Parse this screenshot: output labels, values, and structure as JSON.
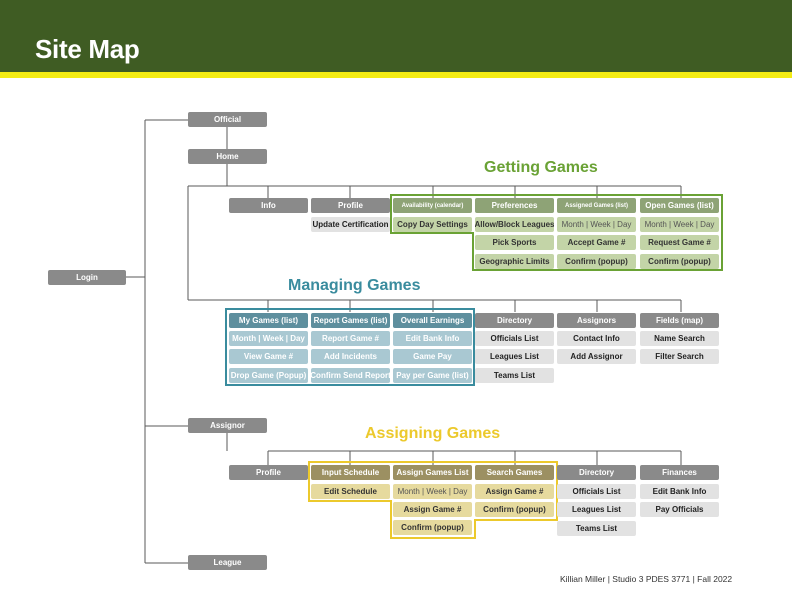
{
  "title": "Site Map",
  "credit": "Killian Miller | Studio 3 PDES 3771 | Fall 2022",
  "colors": {
    "header_bg": "#3f5c23",
    "header_stripe": "#f4ec14",
    "getting_games": "#6aa235",
    "managing_games": "#3a8c9e",
    "assigning_games": "#ecc92c"
  },
  "sections": {
    "getting_games": "Getting Games",
    "managing_games": "Managing Games",
    "assigning_games": "Assigning Games"
  },
  "root": {
    "login": "Login"
  },
  "users": {
    "official": "Official",
    "assignor": "Assignor",
    "league": "League"
  },
  "official": {
    "home": "Home",
    "info": "Info",
    "profile": "Profile",
    "update_certification": "Update Certification",
    "availability": {
      "title": "Availability (calendar)",
      "items": [
        "Copy Day Settings"
      ]
    },
    "preferences": {
      "title": "Preferences",
      "items": [
        "Allow/Block Leagues",
        "Pick Sports",
        "Geographic Limits"
      ]
    },
    "assigned_games": {
      "title": "Assigned Games (list)",
      "items": [
        "Month | Week | Day",
        "Accept Game #",
        "Confirm (popup)"
      ]
    },
    "open_games": {
      "title": "Open Games (list)",
      "items": [
        "Month | Week | Day",
        "Request Game #",
        "Confirm (popup)"
      ]
    },
    "my_games": {
      "title": "My Games (list)",
      "items": [
        "Month | Week | Day",
        "View Game #",
        "Drop Game (Popup)"
      ]
    },
    "report_games": {
      "title": "Report Games (list)",
      "items": [
        "Report Game #",
        "Add Incidents",
        "Confirm Send Report"
      ]
    },
    "overall_earnings": {
      "title": "Overall Earnings",
      "items": [
        "Edit Bank Info",
        "Game Pay",
        "Pay per Game (list)"
      ]
    },
    "directory": {
      "title": "Directory",
      "items": [
        "Officials List",
        "Leagues List",
        "Teams List"
      ]
    },
    "assignors": {
      "title": "Assignors",
      "items": [
        "Contact Info",
        "Add Assignor"
      ]
    },
    "fields": {
      "title": "Fields (map)",
      "items": [
        "Name Search",
        "Filter Search"
      ]
    }
  },
  "assignor": {
    "profile": "Profile",
    "input_schedule": {
      "title": "Input Schedule",
      "items": [
        "Edit Schedule"
      ]
    },
    "assign_games_list": {
      "title": "Assign Games List",
      "items": [
        "Month | Week | Day",
        "Assign Game #",
        "Confirm (popup)"
      ]
    },
    "search_games": {
      "title": "Search Games",
      "items": [
        "Assign Game #",
        "Confirm (popup)"
      ]
    },
    "directory": {
      "title": "Directory",
      "items": [
        "Officials List",
        "Leagues List",
        "Teams List"
      ]
    },
    "finances": {
      "title": "Finances",
      "items": [
        "Edit Bank Info",
        "Pay Officials"
      ]
    }
  }
}
